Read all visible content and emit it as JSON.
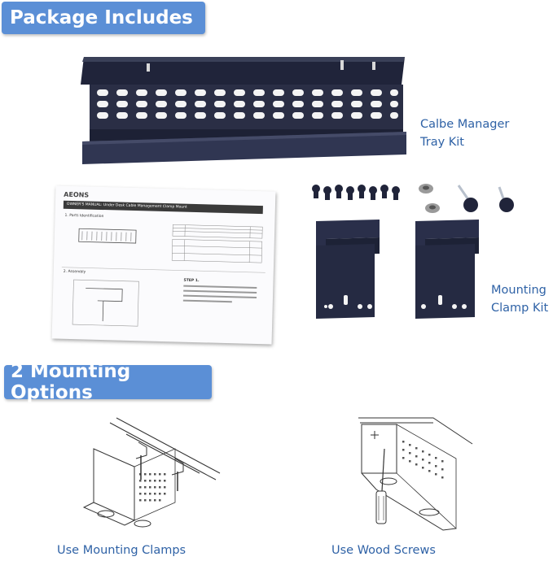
{
  "banners": {
    "package_includes": "Package Includes",
    "mounting_options": "2 Mounting Options"
  },
  "labels": {
    "tray_kit_line1": "Calbe Manager",
    "tray_kit_line2": "Tray Kit",
    "clamp_kit_line1": "Mounting",
    "clamp_kit_line2": "Clamp Kit"
  },
  "manual": {
    "brand": "AEONS",
    "title": "OWNER'S MANUAL: Under Desk Cable Management Clamp Mount",
    "section1": "1. Parts Identification",
    "section2": "2. Assembly",
    "step": "STEP 1."
  },
  "captions": {
    "option1": "Use Mounting Clamps",
    "option2": "Use Wood Screws"
  },
  "colors": {
    "banner": "#5b8fd6",
    "accent_text": "#2f62a6",
    "product": "#23273a"
  },
  "icons": [
    "tray-image",
    "manual-image",
    "bolt-icon",
    "knob-icon",
    "clamp-image",
    "diagram-image"
  ]
}
